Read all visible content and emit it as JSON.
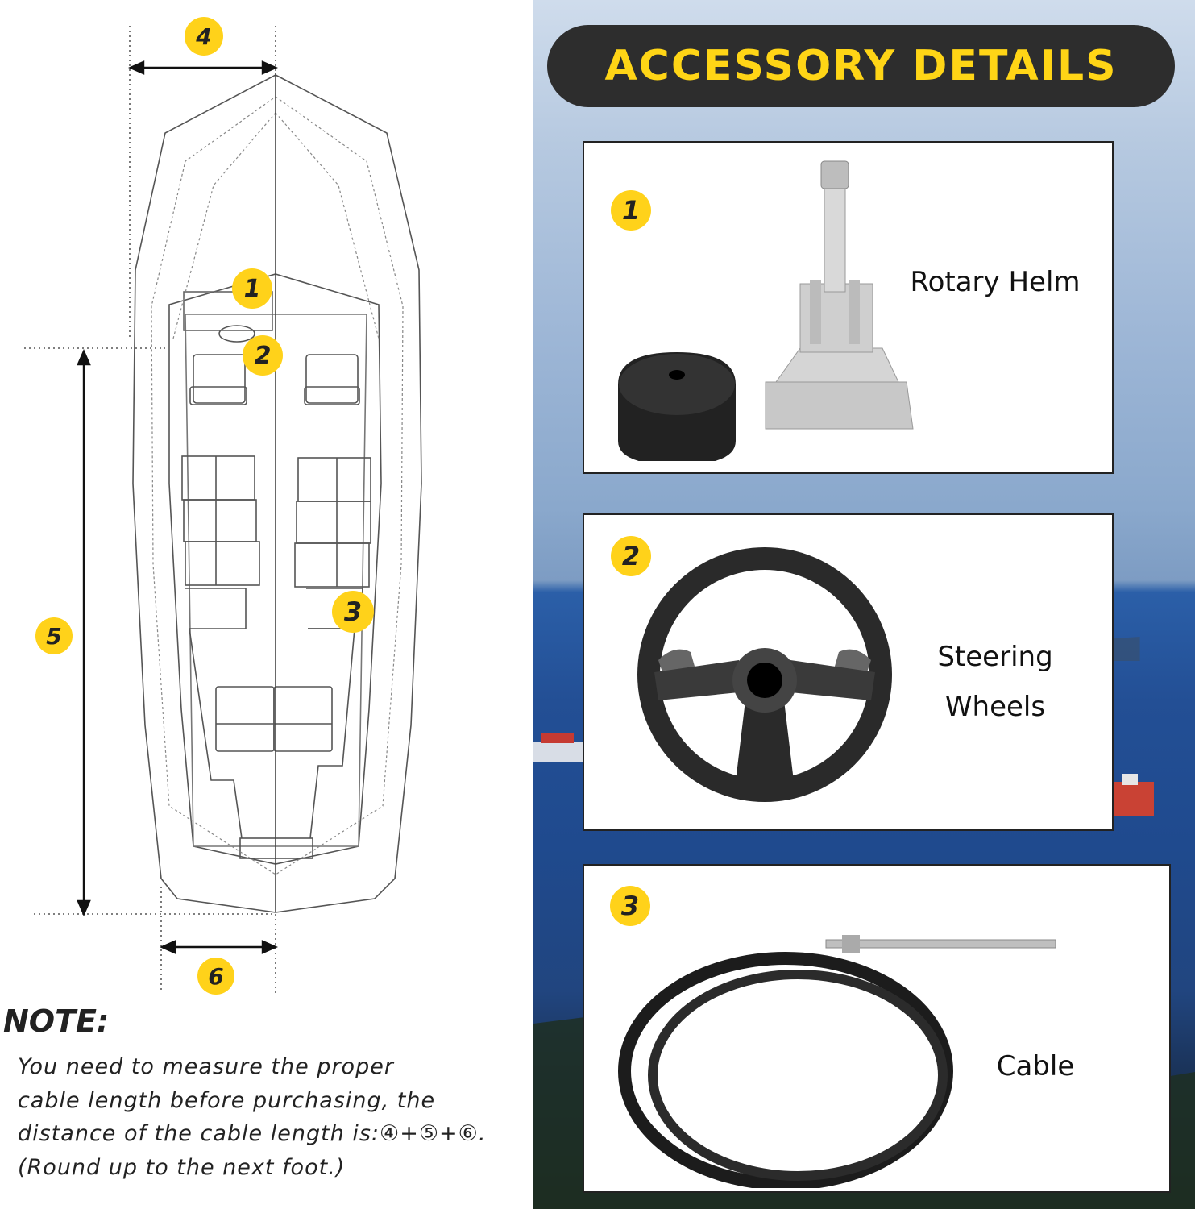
{
  "diagram": {
    "markers": [
      "1",
      "2",
      "3",
      "4",
      "5",
      "6"
    ]
  },
  "note": {
    "title": "NOTE:",
    "lines": [
      "You need to measure the proper",
      "cable length before purchasing, the",
      "distance of the cable length is:④+⑤+⑥.",
      "(Round up to the next foot.)"
    ]
  },
  "header": {
    "title": "ACCESSORY DETAILS"
  },
  "cards": [
    {
      "number": "1",
      "label": "Rotary Helm"
    },
    {
      "number": "2",
      "label_line1": "Steering",
      "label_line2": "Wheels"
    },
    {
      "number": "3",
      "label": "Cable"
    }
  ],
  "colors": {
    "badge": "#ffd21a",
    "title_text": "#ffd516",
    "title_bg": "#2d2d2d"
  }
}
